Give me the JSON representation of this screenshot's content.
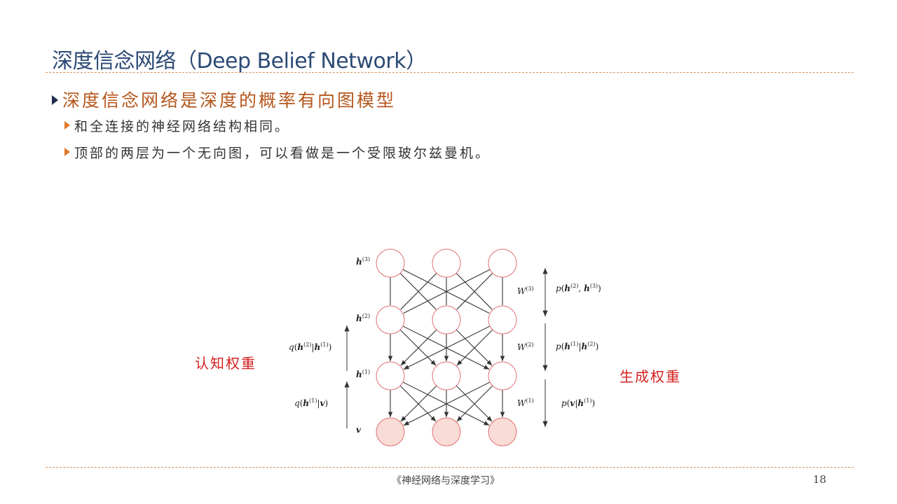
{
  "title": "深度信念网络（Deep Belief Network）",
  "bullet_main": "深度信念网络是深度的概率有向图模型",
  "bullets": [
    "和全连接的神经网络结构相同。",
    "顶部的两层为一个无向图，可以看做是一个受限玻尔兹曼机。"
  ],
  "left_label": "认知权重",
  "right_label": "生成权重",
  "diagram": {
    "layers": [
      {
        "var": "h",
        "sup": "(3)"
      },
      {
        "var": "h",
        "sup": "(2)"
      },
      {
        "var": "h",
        "sup": "(1)"
      },
      {
        "var": "v",
        "sup": ""
      }
    ],
    "weights": [
      {
        "var": "W",
        "sup": "(3)"
      },
      {
        "var": "W",
        "sup": "(2)"
      },
      {
        "var": "W",
        "sup": "(1)"
      }
    ],
    "gen": [
      {
        "f": "p(",
        "a": "h",
        "as": "(2)",
        "sep": ", ",
        "b": "h",
        "bs": "(3)",
        "end": ")"
      },
      {
        "f": "p(",
        "a": "h",
        "as": "(1)",
        "sep": "|",
        "b": "h",
        "bs": "(2)",
        "end": ")"
      },
      {
        "f": "p(",
        "a": "v",
        "as": "",
        "sep": "|",
        "b": "h",
        "bs": "(1)",
        "end": ")"
      }
    ],
    "rec": [
      {
        "f": "q(",
        "a": "h",
        "as": "(2)",
        "sep": "|",
        "b": "h",
        "bs": "(1)",
        "end": ")"
      },
      {
        "f": "q(",
        "a": "h",
        "as": "(1)",
        "sep": "|",
        "b": "v",
        "bs": "",
        "end": ")"
      }
    ],
    "node_stroke": "#e07070",
    "visible_fill": "#f9dcd6"
  },
  "footer": "《神经网络与深度学习》",
  "page": "18"
}
